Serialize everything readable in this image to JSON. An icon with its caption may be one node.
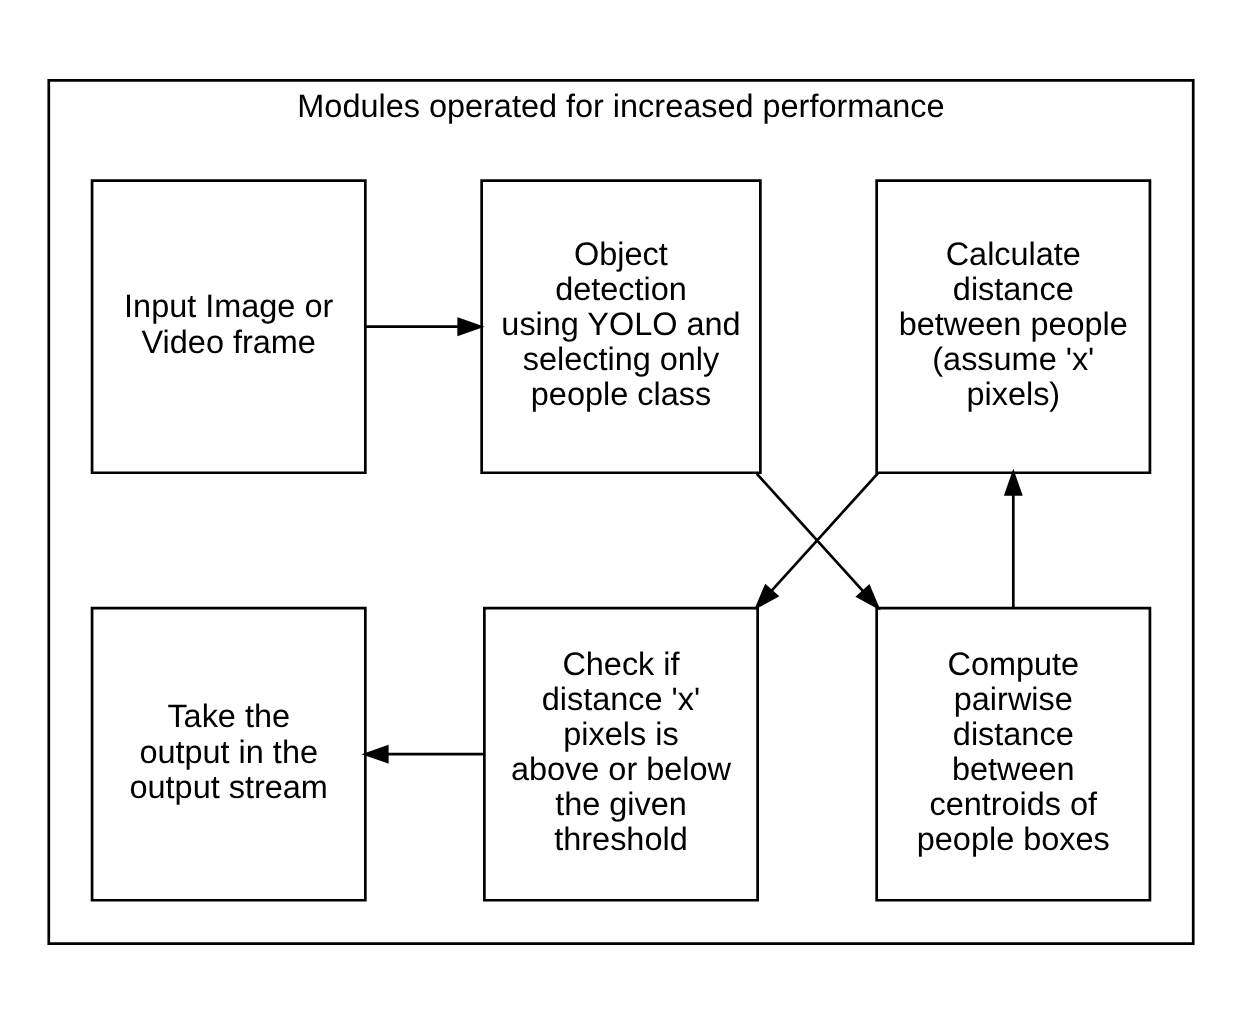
{
  "diagram": {
    "nodes": [
      {
        "text": [
          "Modules operated for increased performance"
        ]
      },
      {
        "text": [
          "Input Image or Video frame"
        ],
        "in": 0
      },
      {
        "text": [
          "Object detection using YOLO and selecting only people class"
        ],
        "in": 0
      },
      {
        "text": [
          "Compute pairwise distance between centroids of people boxes"
        ],
        "in": 0
      },
      {
        "text": [
          "Calculate distance between people (assume 'x' pixels)"
        ],
        "in": 0
      },
      {
        "text": [
          "Check if distance 'x' pixels is above or below the given threshold"
        ],
        "in": 0
      },
      {
        "text": [
          "Take the output in the output stream"
        ],
        "in": 0
      }
    ],
    "edges": [
      {
        "from": 1,
        "to": 2,
        "arrow": "to"
      },
      {
        "from": 2,
        "to": 3,
        "arrow": "to"
      },
      {
        "from": 3,
        "to": 4,
        "arrow": "to"
      },
      {
        "from": 4,
        "to": 5,
        "arrow": "to"
      },
      {
        "from": 5,
        "to": 6,
        "arrow": "to"
      }
    ]
  }
}
